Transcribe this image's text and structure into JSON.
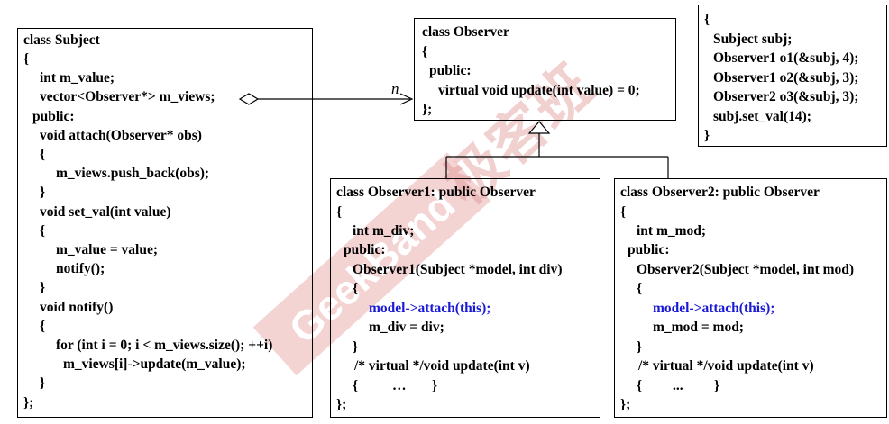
{
  "subject": {
    "lines": [
      "class Subject",
      "{",
      "int m_value;",
      "vector<Observer*> m_views;",
      "public:",
      "void attach(Observer* obs)",
      "{",
      "m_views.push_back(obs);",
      "}",
      "void set_val(int value)",
      "{",
      "m_value = value;",
      "notify();",
      "}",
      "void notify()",
      "{",
      "for (int i = 0; i < m_views.size(); ++i)",
      "m_views[i]->update(m_value);",
      "}",
      "};"
    ]
  },
  "observer": {
    "lines": [
      "class Observer",
      "{",
      "public:",
      "virtual void update(int value) = 0;",
      "};"
    ]
  },
  "main_block": {
    "lines": [
      "{",
      "Subject subj;",
      "Observer1 o1(&subj, 4);",
      "Observer1 o2(&subj, 3);",
      "Observer2 o3(&subj, 3);",
      "subj.set_val(14);",
      "}"
    ]
  },
  "observer1": {
    "lines": [
      "class Observer1: public Observer",
      "{",
      "int m_div;",
      "public:",
      "Observer1(Subject *model, int div)",
      "{",
      "model->attach(this);",
      "m_div = div;",
      "}",
      "/* virtual */void update(int v)",
      "{",
      "…",
      "}",
      "};"
    ]
  },
  "observer2": {
    "lines": [
      "class Observer2: public Observer",
      "{",
      "int m_mod;",
      "public:",
      "Observer2(Subject *model, int mod)",
      "{",
      "model->attach(this);",
      "m_mod = mod;",
      "}",
      "/* virtual */void update(int v)",
      "{",
      "...",
      "}",
      "};"
    ]
  },
  "association": {
    "multiplicity": "n"
  },
  "watermark": {
    "brand": "GeekBand",
    "cjk": "极客班"
  },
  "colors": {
    "highlight": "#1a1ad6",
    "watermark": "#e8a0a0"
  }
}
